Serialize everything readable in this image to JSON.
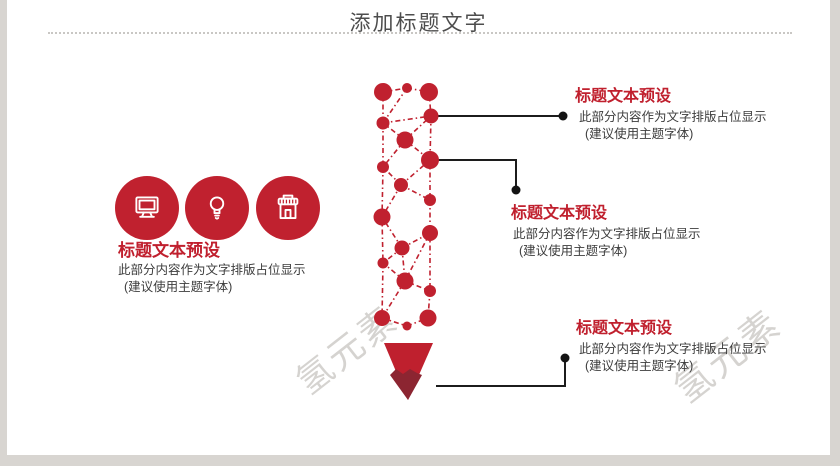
{
  "slide": {
    "title": "添加标题文字",
    "watermark_text": "氢元素"
  },
  "left_feature": {
    "icons": [
      "monitor-icon",
      "lightbulb-icon",
      "store-icon"
    ],
    "title": "标题文本预设",
    "line1": "此部分内容作为文字排版占位显示",
    "line2": "(建议使用主题字体)"
  },
  "callouts": [
    {
      "title": "标题文本预设",
      "line1": "此部分内容作为文字排版占位显示",
      "line2": "(建议使用主题字体)"
    },
    {
      "title": "标题文本预设",
      "line1": "此部分内容作为文字排版占位显示",
      "line2": "(建议使用主题字体)"
    },
    {
      "title": "标题文本预设",
      "line1": "此部分内容作为文字排版占位显示",
      "line2": "(建议使用主题字体)"
    }
  ],
  "colors": {
    "accent": "#c0212f",
    "accent_dark": "#8c2531",
    "connector_black": "#1c1c1c",
    "body_text": "#3c3c3c",
    "title_gray": "#4d4d4d",
    "frame_gray": "#d8d5d1",
    "watermark_gray": "#969088"
  }
}
